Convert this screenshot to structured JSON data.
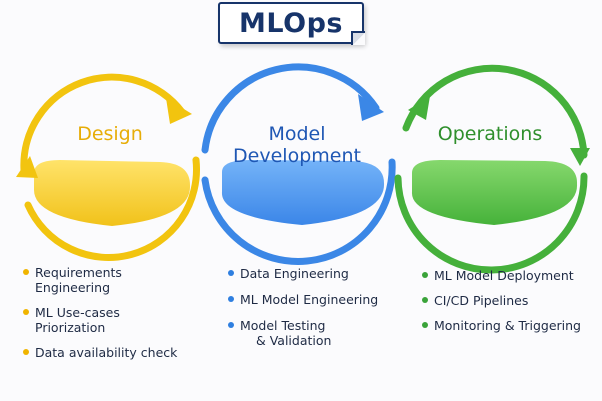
{
  "title": "MLOps",
  "stages": [
    {
      "name": "Design",
      "color": "#f2c40f",
      "items": [
        [
          "Requirements",
          "Engineering"
        ],
        [
          "ML Use-cases",
          "Priorization"
        ],
        [
          "Data availability check"
        ]
      ]
    },
    {
      "name_line1": "Model",
      "name_line2": "Development",
      "color": "#3b87e6",
      "items": [
        [
          "Data Engineering"
        ],
        [
          "ML Model Engineering"
        ],
        [
          "Model Testing",
          "& Validation"
        ]
      ]
    },
    {
      "name": "Operations",
      "color": "#45b03b",
      "items": [
        [
          "ML Model Deployment"
        ],
        [
          "CI/CD Pipelines"
        ],
        [
          "Monitoring & Triggering"
        ]
      ]
    }
  ]
}
